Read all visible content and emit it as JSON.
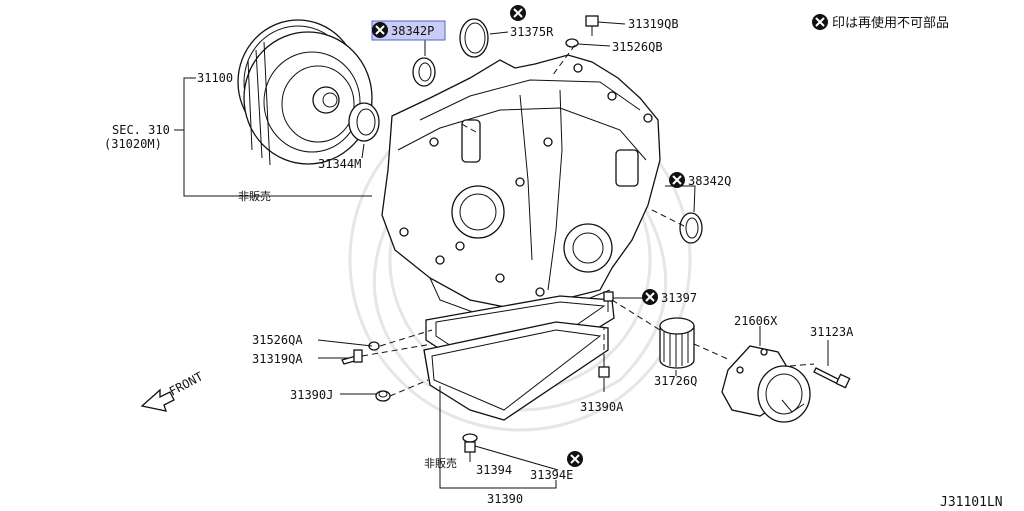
{
  "legend": {
    "text": "印は再使用不可部品",
    "icon": "no-reuse-x-icon"
  },
  "drawing_number": "J31101LN",
  "front_label": "FRONT",
  "labels": {
    "p38342P": "38342P",
    "p31375R": "31375R",
    "p31319QB": "31319QB",
    "p31526QB": "31526QB",
    "p31100": "31100",
    "sec_line1": "SEC. 310",
    "sec_line2": "(31020M)",
    "p31344M": "31344M",
    "not_sold_upper": "非販売",
    "p38342Q": "38342Q",
    "p31397": "31397",
    "p21606X": "21606X",
    "p31123A": "31123A",
    "p31526QA": "31526QA",
    "p31319QA": "31319QA",
    "p31726Q": "31726Q",
    "p31390J": "31390J",
    "p31390A": "31390A",
    "not_sold_lower": "非販売",
    "p31394": "31394",
    "p31394E": "31394E",
    "p31390": "31390"
  },
  "highlight_color": "#c9cdf5"
}
